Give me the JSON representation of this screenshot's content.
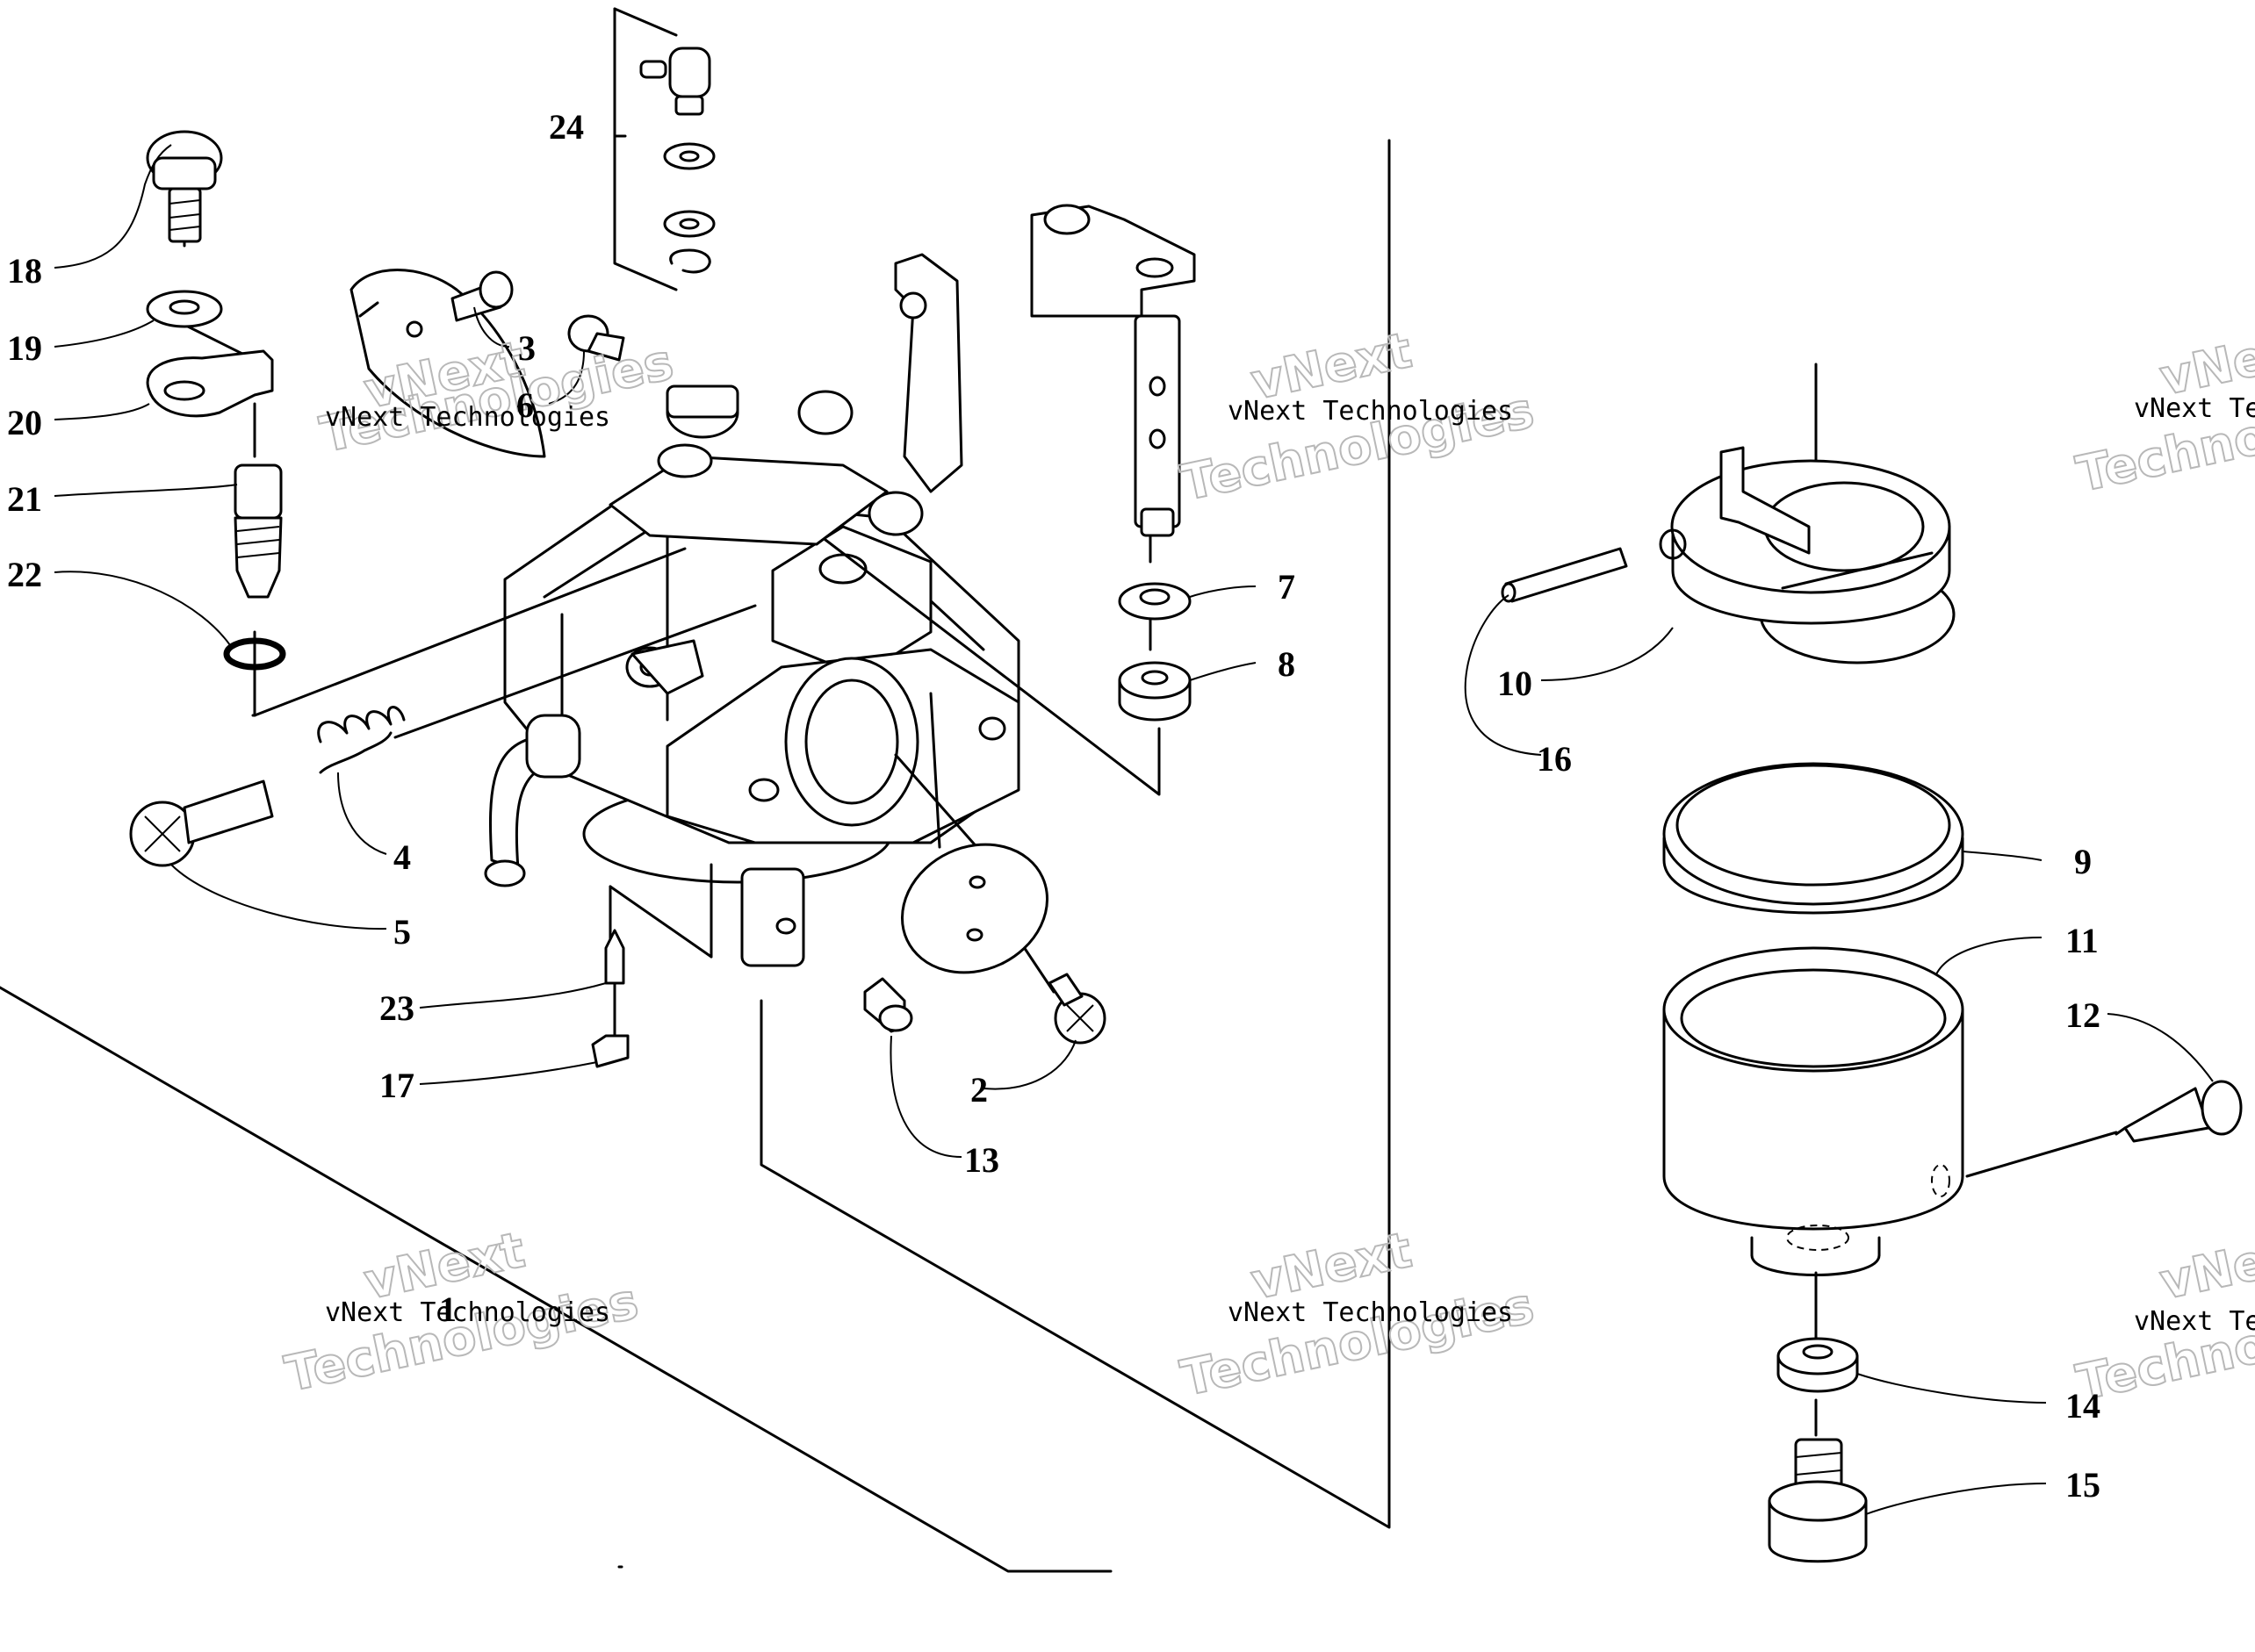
{
  "watermark": {
    "line1": "vNext",
    "line2": "vNext Technologies",
    "line3": "Technologies"
  },
  "callouts": [
    "1",
    "2",
    "3",
    "4",
    "5",
    "6",
    "7",
    "8",
    "9",
    "10",
    "11",
    "12",
    "13",
    "14",
    "15",
    "16",
    "17",
    "18",
    "19",
    "20",
    "21",
    "22",
    "23",
    "24"
  ],
  "colors": {
    "ink": "#000000",
    "paper": "#ffffff",
    "watermark": "#b8b8b8"
  }
}
